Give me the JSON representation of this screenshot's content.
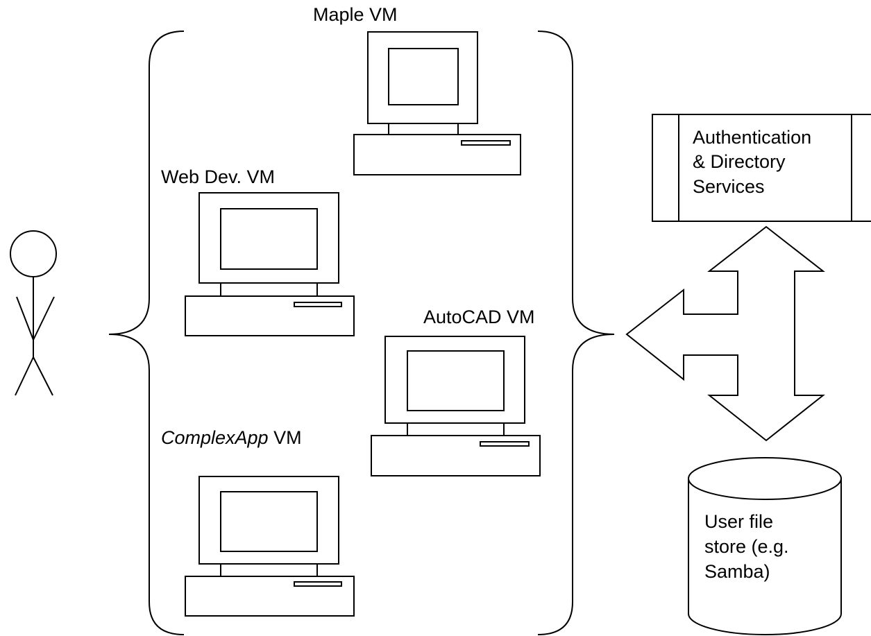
{
  "vms": {
    "maple": {
      "label": "Maple VM"
    },
    "webdev": {
      "label": "Web Dev. VM"
    },
    "autocad": {
      "label": "AutoCAD VM"
    },
    "complexapp": {
      "label_italic": "ComplexApp",
      "label_rest": " VM"
    }
  },
  "auth_box": {
    "line1": "Authentication",
    "line2": "& Directory",
    "line3": "Services"
  },
  "file_store": {
    "line1": "User file",
    "line2": "store (e.g.",
    "line3": "Samba)"
  },
  "icons": {
    "user": "stick-figure-icon",
    "computer": "desktop-computer-icon",
    "database": "cylinder-database-icon",
    "arrow": "three-way-arrow-icon"
  },
  "colors": {
    "stroke": "#000000",
    "background": "#ffffff"
  }
}
